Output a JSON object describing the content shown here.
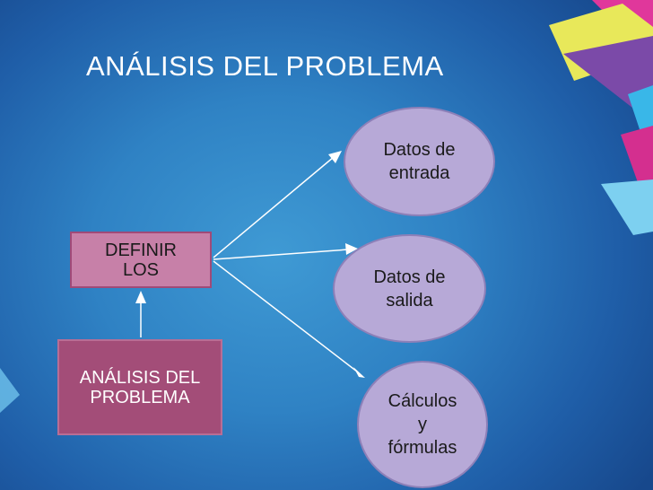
{
  "slide": {
    "title": "ANÁLISIS DEL PROBLEMA"
  },
  "diagram": {
    "definir_box": {
      "line1": "DEFINIR",
      "line2": "LOS"
    },
    "analisis_box": {
      "line1": "ANÁLISIS DEL",
      "line2": "PROBLEMA"
    },
    "outputs": [
      {
        "line1": "Datos de",
        "line2": "entrada"
      },
      {
        "line1": "Datos de",
        "line2": "salida"
      },
      {
        "line1": "Cálculos",
        "line2": "y",
        "line3": "fórmulas"
      }
    ]
  },
  "colors": {
    "background": "#2f82c4",
    "definir_fill": "#c780a8",
    "analisis_fill": "#a34d78",
    "ellipse_fill": "#b7a9d7",
    "arrow": "#ffffff"
  }
}
